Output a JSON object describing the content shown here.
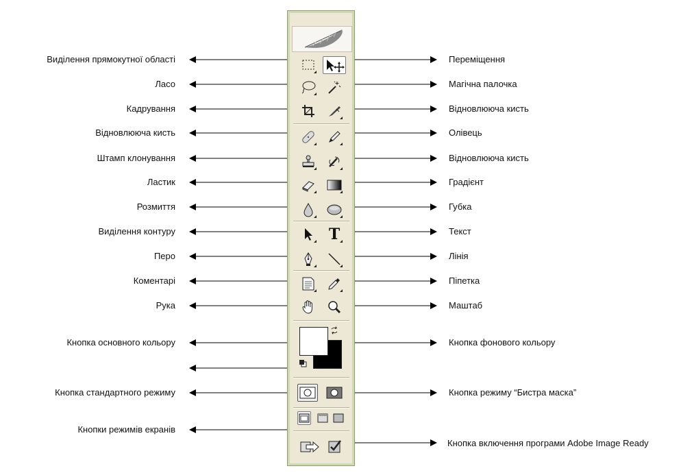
{
  "labels_left": [
    "Виділення прямокутної області",
    "Ласо",
    "Кадрування",
    "Відновлююча кисть",
    "Штамп клонування",
    "Ластик",
    "Розмиття",
    "Виділення контуру",
    "Перо",
    "Коментарі",
    "Рука",
    "Кнопка основного кольору",
    "",
    "Кнопка стандартного режиму",
    "Кнопки режимів екранів"
  ],
  "labels_right": [
    "Переміщення",
    "Магічна палочка",
    "Відновлююча кисть",
    "Олівець",
    "Відновлююча кисть",
    "Градієнт",
    "Губка",
    "Текст",
    "Лінія",
    "Піпетка",
    "Маштаб",
    "Кнопка фонового кольору",
    "Кнопка режиму “Бистра маска”",
    "Кнопка включення програми Adobe Image Ready"
  ],
  "toolbox": {
    "tools_left_icons": [
      "marquee-icon",
      "lasso-icon",
      "crop-icon",
      "healing-brush-icon",
      "clone-stamp-icon",
      "eraser-icon",
      "blur-icon",
      "path-selection-icon",
      "pen-icon",
      "notes-icon",
      "hand-icon"
    ],
    "tools_right_icons": [
      "move-icon",
      "magic-wand-icon",
      "slice-icon",
      "pencil-icon",
      "history-brush-icon",
      "gradient-icon",
      "sponge-icon",
      "type-icon",
      "line-icon",
      "eyedropper-icon",
      "zoom-icon"
    ],
    "foreground_color": "#ffffff",
    "background_color": "#000000",
    "panel_color": "#ede8d5",
    "border_color": "#8ea06a",
    "type_tool_glyph": "T"
  }
}
